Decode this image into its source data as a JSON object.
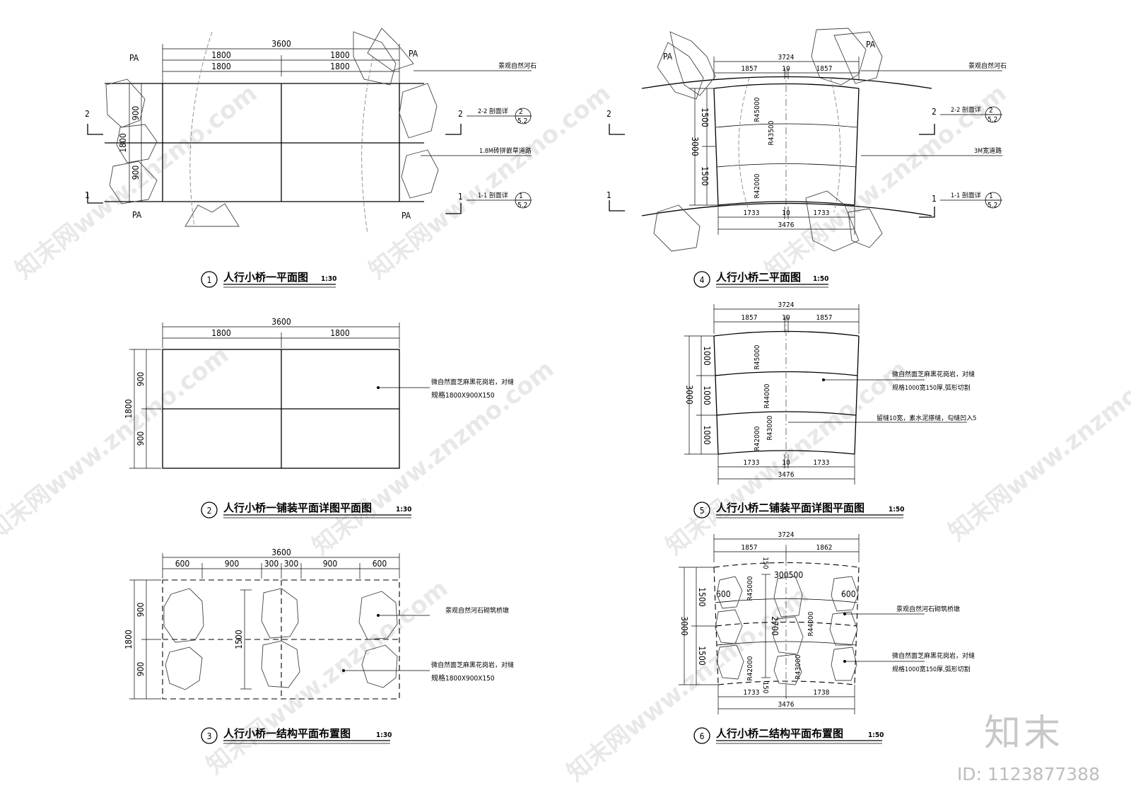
{
  "plan1": {
    "title_no": "1",
    "title": "人行小桥一平面图",
    "scale": "1:30",
    "dim_total": "3600",
    "dim_left": "1800",
    "dim_right": "1800",
    "dim_left2": "1800",
    "dim_right2": "1800",
    "dim_v_total": "1800",
    "dim_v_top": "900",
    "dim_v_bottom": "900",
    "pa": "PA",
    "sec2_no": "2",
    "sec1_no": "1",
    "note_rock": "景观自然河石",
    "note_sec22": "2-2 剖面详",
    "note_sec11": "1-1 剖面详",
    "note_road": "1.8M砖拼嵌草道路",
    "ref_sheet": "5.2",
    "ref_top": "2",
    "ref_top_b": "1"
  },
  "plan2": {
    "title_no": "2",
    "title": "人行小桥一铺装平面详图平面图",
    "scale": "1:30",
    "dim_total": "3600",
    "dim_left": "1800",
    "dim_right": "1800",
    "dim_v_total": "1800",
    "dim_v_top": "900",
    "dim_v_bottom": "900",
    "note_line1": "微自然面芝麻黑花岗岩，对缝",
    "note_line2": "规格1800X900X150"
  },
  "plan3": {
    "title_no": "3",
    "title": "人行小桥一结构平面布置图",
    "scale": "1:30",
    "dim_total": "3600",
    "dims": [
      "600",
      "900",
      "300",
      "300",
      "900",
      "600"
    ],
    "dim_v_total": "1800",
    "dim_v_top": "900",
    "dim_v_bottom": "900",
    "dim_pier": "1500",
    "note_rock": "景观自然河石砌筑桥墩",
    "note_line1": "微自然面芝麻黑花岗岩，对缝",
    "note_line2": "规格1800X900X150"
  },
  "plan4": {
    "title_no": "4",
    "title": "人行小桥二平面图",
    "scale": "1:50",
    "dim_top": "3724",
    "dim_top_l": "1857",
    "dim_top_m": "10",
    "dim_top_r": "1857",
    "dim_bot": "3476",
    "dim_bot_l": "1733",
    "dim_bot_m": "10",
    "dim_bot_r": "1733",
    "dim_v_total": "3000",
    "dim_v_top": "1500",
    "dim_v_bottom": "1500",
    "r1": "R45000",
    "r2": "R43500",
    "r3": "R42000",
    "pa": "PA",
    "sec2_no": "2",
    "sec1_no": "1",
    "note_rock": "景观自然河石",
    "note_sec22": "2-2 剖面详",
    "note_sec11": "1-1 剖面详",
    "note_road": "3M宽道路",
    "ref_sheet": "5.2",
    "ref_top": "2",
    "ref_top_b": "1"
  },
  "plan5": {
    "title_no": "5",
    "title": "人行小桥二铺装平面详图平面图",
    "scale": "1:50",
    "dim_top": "3724",
    "dim_top_l": "1857",
    "dim_top_m": "10",
    "dim_top_r": "1857",
    "dim_bot": "3476",
    "dim_bot_l": "1733",
    "dim_bot_m": "10",
    "dim_bot_r": "1733",
    "dim_v_total": "3000",
    "dim_v": [
      "1000",
      "1000",
      "1000"
    ],
    "r1": "R45000",
    "r2": "R44000",
    "r3": "R43000",
    "r4": "R42000",
    "note_line1": "微自然面芝麻黑花岗岩，对缝",
    "note_line2": "规格1000宽150厚,弧形切割",
    "note_joint": "留缝10宽，素水泥搽缝，勾缝凹入5"
  },
  "plan6": {
    "title_no": "6",
    "title": "人行小桥二结构平面布置图",
    "scale": "1:50",
    "dim_top": "3724",
    "dim_top_l": "1857",
    "dim_top_r": "1862",
    "dim_bot": "3476",
    "dim_bot_l": "1733",
    "dim_bot_r": "1738",
    "dim_v_total": "3000",
    "dim_v_top": "1500",
    "dim_v_bottom": "1500",
    "dim_150a": "150",
    "dim_150b": "150",
    "dim_2700": "2700",
    "dim_600l": "600",
    "dim_600r": "600",
    "dim_300500": "300500",
    "r1": "R45000",
    "r2": "R44000",
    "r3": "R43000",
    "r4": "R42000",
    "note_rock": "景观自然河石砌筑桥墩",
    "note_line1": "微自然面芝麻黑花岗岩，对缝",
    "note_line2": "规格1000宽150厚,弧形切割"
  },
  "watermark": {
    "text": "知末网www.znzmo.com",
    "logo": "知末",
    "id": "ID: 1123877388"
  }
}
